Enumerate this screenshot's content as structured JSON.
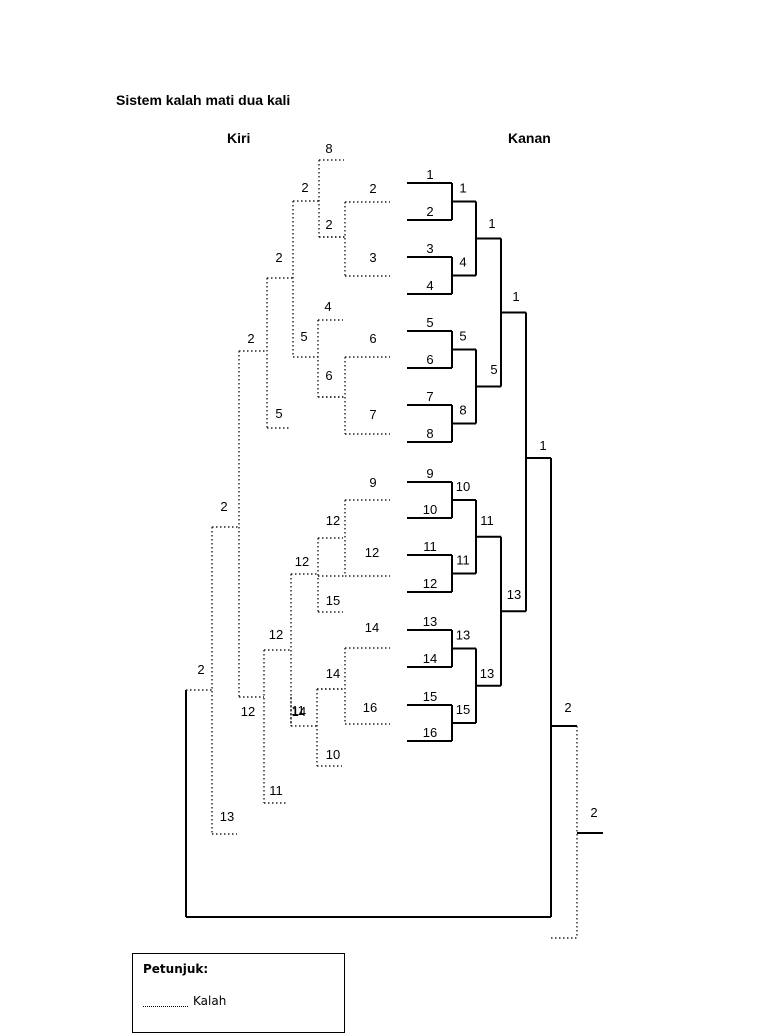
{
  "title": "Sistem kalah mati dua kali",
  "labels": {
    "left": "Kiri",
    "right": "Kanan"
  },
  "legend": {
    "title": "Petunjuk:",
    "dotted": "Kalah"
  },
  "numbers": {
    "r1": [
      "1",
      "2",
      "3",
      "4",
      "5",
      "6",
      "7",
      "8",
      "9",
      "10",
      "11",
      "12",
      "13",
      "14",
      "15",
      "16"
    ],
    "r2": [
      "1",
      "4",
      "5",
      "8",
      "10",
      "11",
      "13",
      "15"
    ],
    "r3": [
      "1",
      "5",
      "11",
      "13"
    ],
    "r4": [
      "1",
      "13"
    ],
    "r5": "1",
    "l1": [
      "2",
      "3",
      "6",
      "7",
      "9",
      "12",
      "14",
      "16"
    ],
    "l2": [
      "8",
      "2",
      "4",
      "6",
      "12",
      "15",
      "14",
      "10"
    ],
    "l3": [
      "2",
      "5",
      "12",
      "11"
    ],
    "l4": [
      "2",
      "12",
      "14"
    ],
    "l5": [
      "2",
      "12",
      "13"
    ],
    "l6": "2",
    "final": "2",
    "champ": "2"
  }
}
